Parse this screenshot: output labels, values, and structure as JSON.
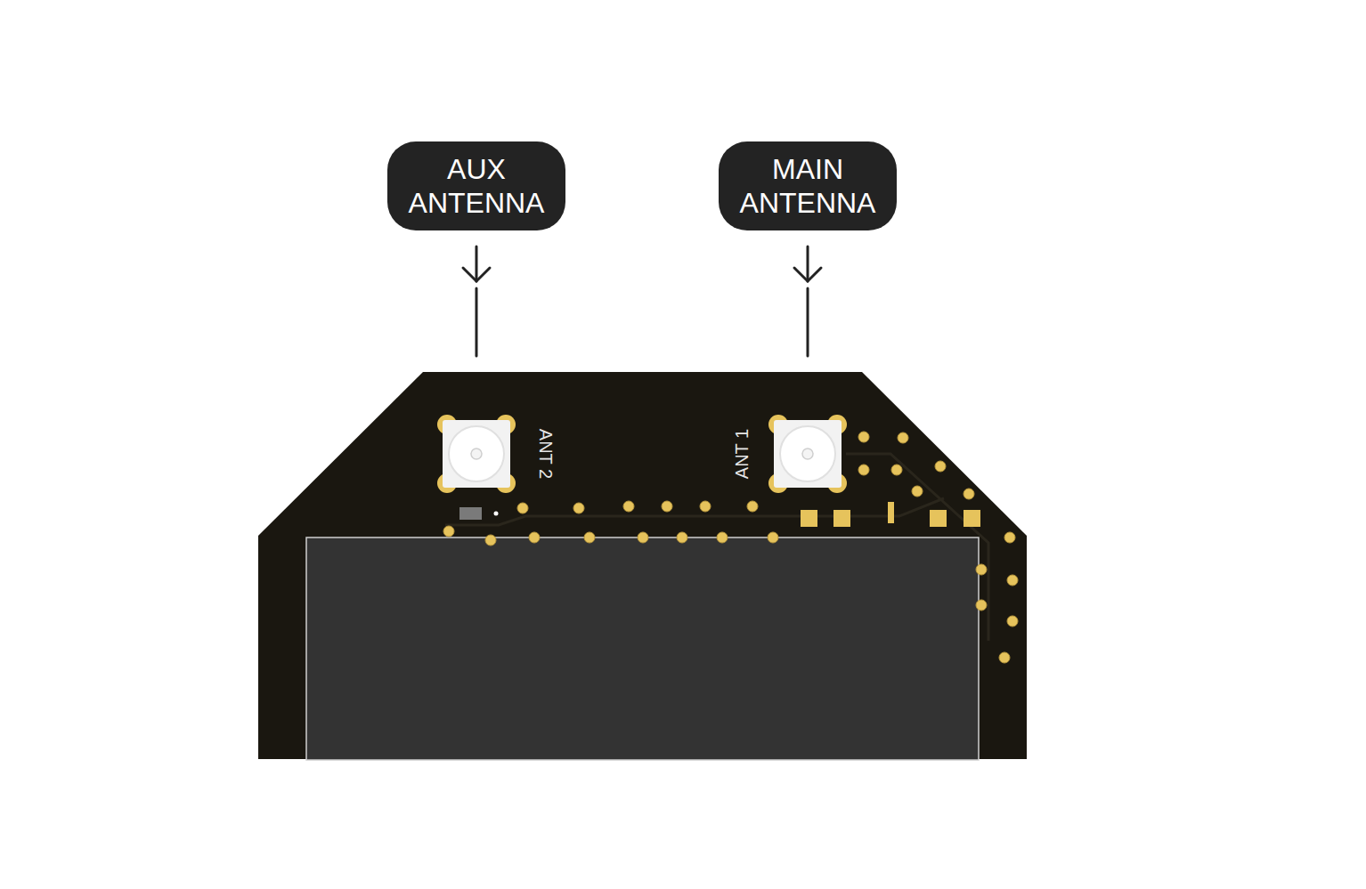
{
  "diagram": {
    "nodes": [
      {
        "text": [
          "AUX ANTENNA"
        ]
      },
      {
        "text": [
          "MAIN ANTENNA"
        ]
      }
    ],
    "labels": [
      "ANT 2",
      "ANT 1"
    ]
  }
}
